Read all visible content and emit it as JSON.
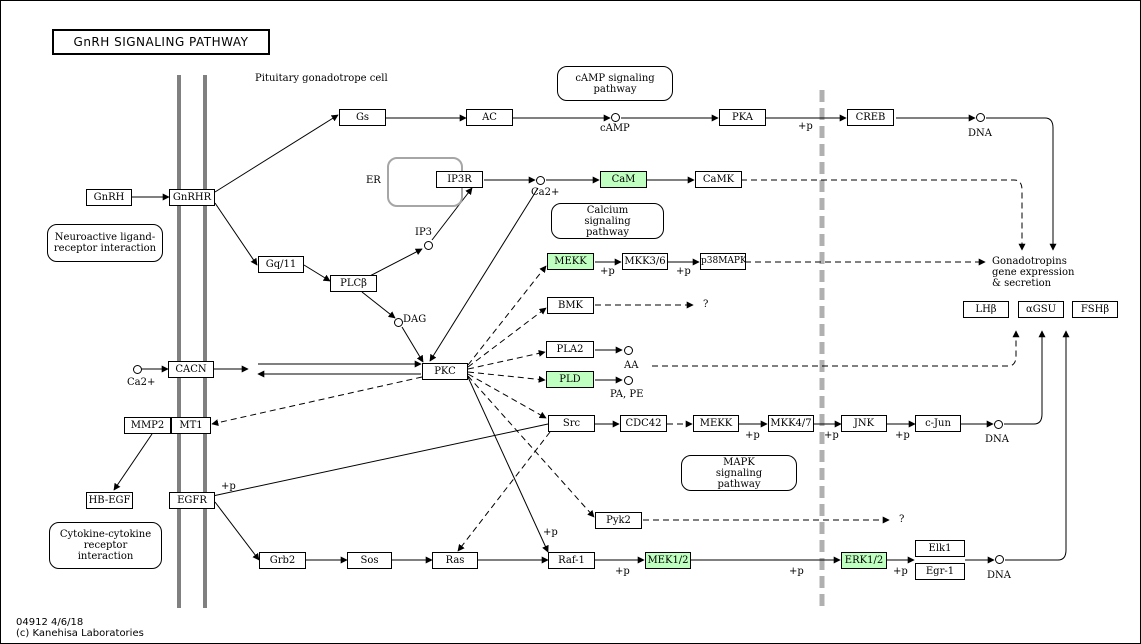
{
  "title": "GnRH  SIGNALING  PATHWAY",
  "cell_label": "Pituitary gonadotrope cell",
  "map_links": {
    "camp": "cAMP signaling pathway",
    "calcium": "Calcium signaling pathway",
    "neuro": "Neuroactive ligand-receptor interaction",
    "mapk": "MAPK signaling pathway",
    "cytokine": "Cytokine-cytokine receptor interaction"
  },
  "genes": {
    "GnRH": "GnRH",
    "GnRHR": "GnRHR",
    "Gs": "Gs",
    "AC": "AC",
    "PKA": "PKA",
    "CREB": "CREB",
    "IP3R": "IP3R",
    "CaM": "CaM",
    "CaMK": "CaMK",
    "Gq11": "Gq/11",
    "PLCb": "PLCβ",
    "MEKK_a": "MEKK",
    "MKK36": "MKK3/6",
    "p38MAPK": "p38MAPK",
    "BMK": "BMK",
    "PLA2": "PLA2",
    "PLD": "PLD",
    "CACN": "CACN",
    "PKC": "PKC",
    "MMP2": "MMP2",
    "MT1": "MT1",
    "Src": "Src",
    "CDC42": "CDC42",
    "MEKK_b": "MEKK",
    "MKK47": "MKK4/7",
    "JNK": "JNK",
    "cJun": "c-Jun",
    "HBEGF": "HB-EGF",
    "EGFR": "EGFR",
    "Pyk2": "Pyk2",
    "Grb2": "Grb2",
    "Sos": "Sos",
    "Ras": "Ras",
    "Raf1": "Raf-1",
    "MEK12": "MEK1/2",
    "ERK12": "ERK1/2",
    "Elk1": "Elk1",
    "Egr1": "Egr-1",
    "LHb": "LHβ",
    "aGSU": "αGSU",
    "FSHb": "FSHβ"
  },
  "compounds": {
    "cAMP": "cAMP",
    "Ca_er": "Ca2+",
    "IP3": "IP3",
    "DAG": "DAG",
    "Ca_ext": "Ca2+",
    "AA": "AA",
    "PAPE": "PA, PE",
    "DNA": "DNA"
  },
  "labels": {
    "ER": "ER",
    "plus_p": "+p",
    "question": "?",
    "gonadotropins": "Gonadotropins gene expression & secretion"
  },
  "footer": {
    "line1": "04912 4/6/18",
    "line2": "(c) Kanehisa Laboratories"
  },
  "colors": {
    "highlight": "#bfffbf",
    "membrane": "#808080",
    "nucleus_dash": "#b0b0b0"
  }
}
